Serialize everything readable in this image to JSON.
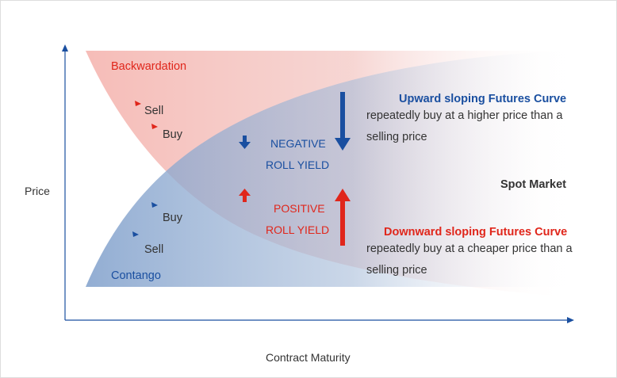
{
  "axes": {
    "y_label": "Price",
    "x_label": "Contract Maturity"
  },
  "regions": {
    "backwardation": "Backwardation",
    "contango": "Contango"
  },
  "trades": {
    "backwardation_sell": "Sell",
    "backwardation_buy": "Buy",
    "contango_buy": "Buy",
    "contango_sell": "Sell"
  },
  "roll_yield": {
    "negative_line1": "NEGATIVE",
    "negative_line2": "ROLL YIELD",
    "positive_line1": "POSITIVE",
    "positive_line2": "ROLL YIELD"
  },
  "curves": {
    "upward_title": "Upward sloping Futures Curve",
    "upward_desc_line1": "repeatedly buy at a higher price than a",
    "upward_desc_line2": "selling price",
    "downward_title": "Downward sloping Futures Curve",
    "downward_desc_line1": "repeatedly buy at a cheaper price than a",
    "downward_desc_line2": "selling price"
  },
  "spot_market": "Spot Market",
  "colors": {
    "red": "#e0261b",
    "blue": "#1a4fa0",
    "axis": "#1a4fa0",
    "red_fill": "#f5b8b3",
    "blue_fill": "#8aa8d0"
  }
}
